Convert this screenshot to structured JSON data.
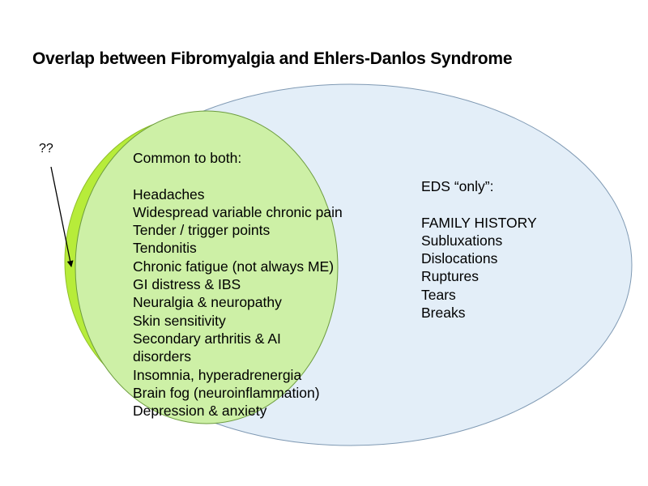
{
  "title": "Overlap between Fibromyalgia and Ehlers-Danlos Syndrome",
  "unknown_label": "??",
  "common": {
    "heading": "Common to both:",
    "items": [
      "Headaches",
      "Widespread variable chronic pain",
      "Tender / trigger points",
      "Tendonitis",
      "Chronic fatigue (not always ME)",
      "GI distress & IBS",
      "Neuralgia & neuropathy",
      "Skin sensitivity",
      "Secondary arthritis & AI disorders",
      "Insomnia, hyperadrenergia",
      "Brain fog (neuroinflammation)",
      "Depression & anxiety"
    ]
  },
  "eds_only": {
    "heading": "EDS “only”:",
    "items": [
      "FAMILY HISTORY",
      "Subluxations",
      "Dislocations",
      "Ruptures",
      "Tears",
      "Breaks"
    ]
  },
  "colors": {
    "eds_fill": "#e3eef8",
    "eds_stroke": "#7f99b3",
    "fibro_fill": "#cdf0a6",
    "fibro_stroke": "#6d9c3f",
    "crescent_fill": "#b7ec3a",
    "arrow": "#000000"
  }
}
